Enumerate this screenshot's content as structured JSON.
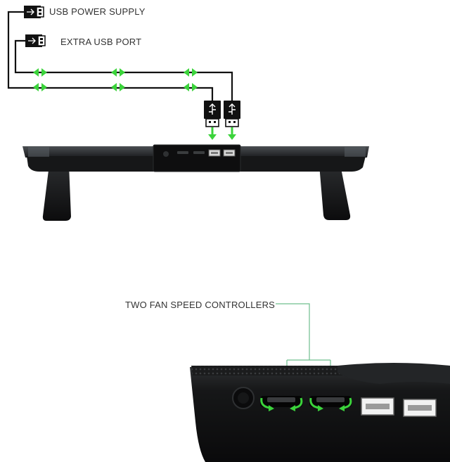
{
  "labels": {
    "usb_power_supply": "USB POWER SUPPLY",
    "extra_usb_port": "EXTRA USB PORT",
    "fan_speed_controllers": "TWO FAN SPEED CONTROLLERS"
  },
  "icons": {
    "usb_plug": "usb-plug-icon",
    "arrow": "arrow-icon",
    "fan_knob": "fan-speed-knob-icon"
  },
  "colors": {
    "accent": "#3bd33b",
    "cable": "#111111",
    "device": "#1c1c1c",
    "label_text": "#333333",
    "leader_line": "#6fbf8e"
  }
}
